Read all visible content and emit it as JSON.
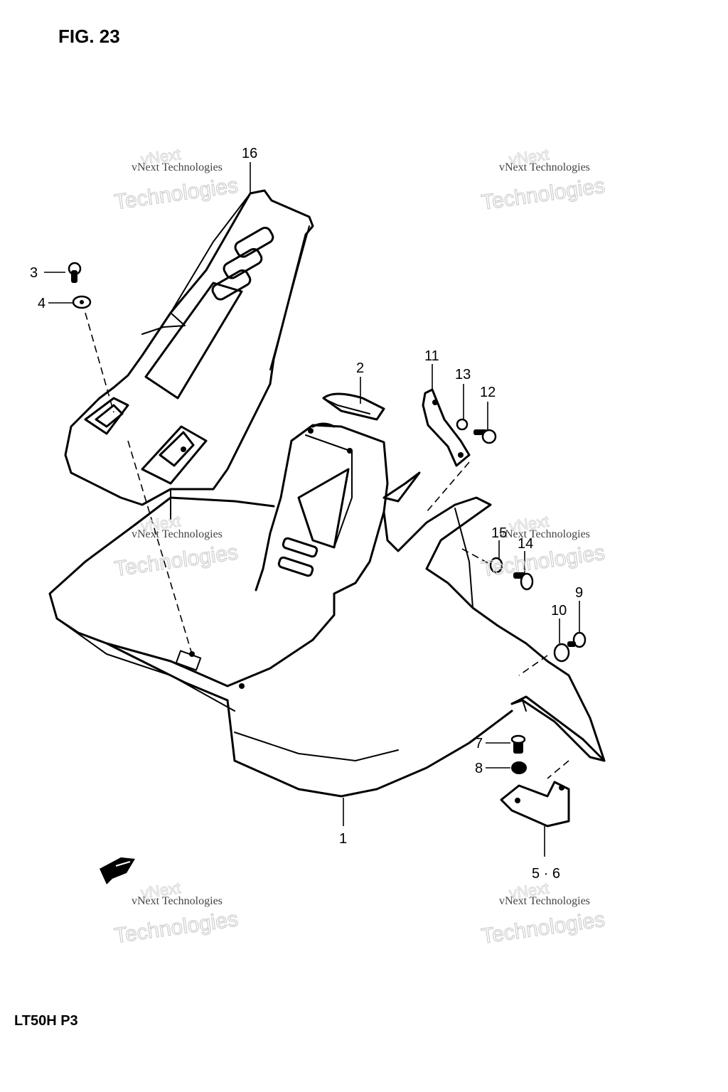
{
  "figure": {
    "title": "FIG. 23",
    "model_code": "LT50H P3"
  },
  "callouts": [
    {
      "id": "16",
      "label": "16"
    },
    {
      "id": "3",
      "label": "3"
    },
    {
      "id": "4",
      "label": "4"
    },
    {
      "id": "2",
      "label": "2"
    },
    {
      "id": "11",
      "label": "11"
    },
    {
      "id": "13",
      "label": "13"
    },
    {
      "id": "12",
      "label": "12"
    },
    {
      "id": "15",
      "label": "15"
    },
    {
      "id": "14",
      "label": "14"
    },
    {
      "id": "10",
      "label": "10"
    },
    {
      "id": "9",
      "label": "9"
    },
    {
      "id": "7",
      "label": "7"
    },
    {
      "id": "8",
      "label": "8"
    },
    {
      "id": "1",
      "label": "1"
    },
    {
      "id": "5-6",
      "label": "5 · 6"
    }
  ],
  "watermark": {
    "line": "vNext Technologies",
    "top": "vNext",
    "bottom": "Technologies"
  }
}
